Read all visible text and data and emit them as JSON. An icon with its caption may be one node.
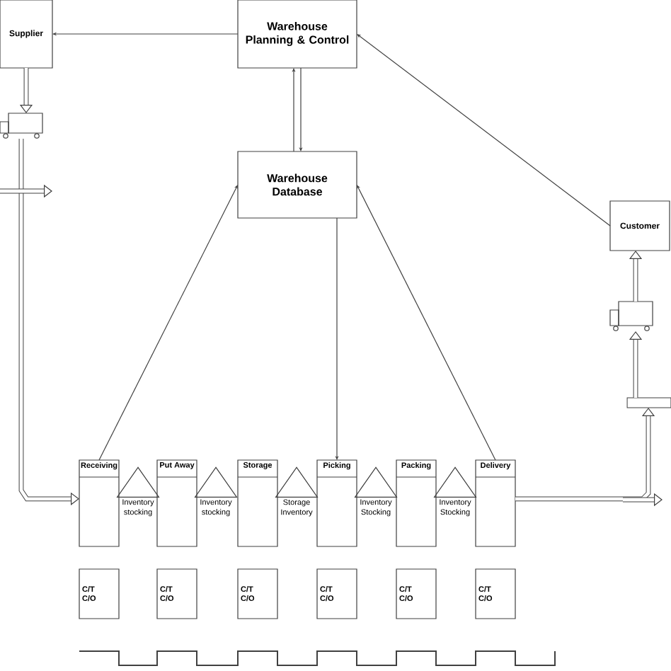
{
  "diagram": {
    "nodes": [
      {
        "text": [
          "Supplier"
        ]
      },
      {
        "text": [
          "Warehouse Planning & Control"
        ]
      },
      {
        "text": [],
        "shape": "truck"
      },
      {
        "text": [
          "Warehouse Database"
        ]
      },
      {
        "text": [
          "Customer"
        ]
      },
      {
        "text": [],
        "shape": "truck"
      },
      {
        "text": [],
        "shape": "bar"
      },
      {
        "text": [
          "Receiving"
        ]
      },
      {
        "text": [
          "Inventory stocking"
        ]
      },
      {
        "text": [
          "Put Away"
        ]
      },
      {
        "text": [
          "Inventory stocking"
        ]
      },
      {
        "text": [
          "Storage"
        ]
      },
      {
        "text": [
          "Storage Inventory"
        ]
      },
      {
        "text": [
          "Picking"
        ]
      },
      {
        "text": [
          "Inventory Stocking"
        ]
      },
      {
        "text": [
          "Packing"
        ]
      },
      {
        "text": [
          "Inventory Stocking"
        ]
      },
      {
        "text": [
          "Delivery"
        ]
      },
      {
        "text": [
          "C/T",
          "C/O"
        ]
      },
      {
        "text": [
          "C/T",
          "C/O"
        ]
      },
      {
        "text": [
          "C/T",
          "C/O"
        ]
      },
      {
        "text": [
          "C/T",
          "C/O"
        ]
      },
      {
        "text": [
          "C/T",
          "C/O"
        ]
      },
      {
        "text": [
          "C/T",
          "C/O"
        ]
      }
    ],
    "edges": [
      {
        "from": 1,
        "to": 0,
        "arrow": "to"
      },
      {
        "from": 3,
        "to": 1,
        "arrow": "to"
      },
      {
        "from": 1,
        "to": 3,
        "arrow": "to"
      },
      {
        "from": 4,
        "to": 1,
        "arrow": "to"
      },
      {
        "from": 7,
        "to": 3,
        "arrow": "to"
      },
      {
        "from": 3,
        "to": 13,
        "arrow": "to"
      },
      {
        "from": 17,
        "to": 3,
        "arrow": "to"
      },
      {
        "from": 0,
        "to": 2,
        "arrow": "to",
        "style": "thick"
      },
      {
        "from": 2,
        "to": 7,
        "arrow": "to",
        "style": "thick"
      },
      {
        "from": 17,
        "to": 6,
        "arrow": "to",
        "style": "thick"
      },
      {
        "from": 6,
        "to": 5,
        "arrow": "to",
        "style": "thick"
      },
      {
        "from": 5,
        "to": 4,
        "arrow": "to",
        "style": "thick"
      }
    ]
  }
}
